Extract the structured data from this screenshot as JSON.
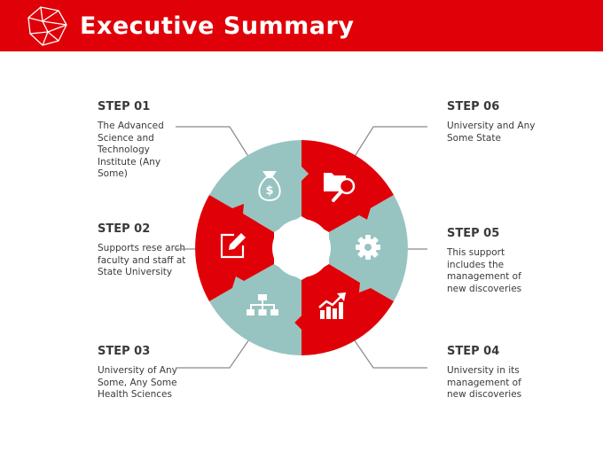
{
  "header": {
    "title": "Executive Summary"
  },
  "steps": [
    {
      "label": "STEP 01",
      "text": "The Advanced Science and Technology Institute (Any Some)"
    },
    {
      "label": "STEP 02",
      "text": "Supports rese arch faculty and staff at State University"
    },
    {
      "label": "STEP 03",
      "text": "University of Any Some, Any Some Health Sciences"
    },
    {
      "label": "STEP 04",
      "text": "University in its management of new discoveries"
    },
    {
      "label": "STEP 05",
      "text": "This support includes the management of new discoveries"
    },
    {
      "label": "STEP 06",
      "text": "University and Any Some State"
    }
  ],
  "colors": {
    "red": "#e00008",
    "teal": "#97c4c0",
    "line": "#8a8a8a"
  },
  "icons": [
    "money-bag-icon",
    "edit-icon",
    "org-chart-icon",
    "growth-chart-icon",
    "gear-icon",
    "folder-search-icon"
  ]
}
